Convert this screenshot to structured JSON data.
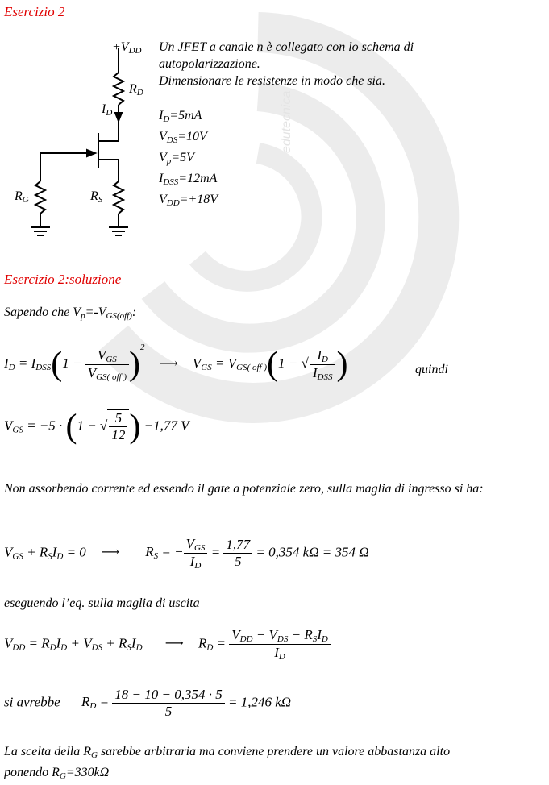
{
  "title1": "Esercizio 2",
  "circuit": {
    "vdd_label": "+V",
    "vdd_sub": "DD",
    "rd_label": "R",
    "rd_sub": "D",
    "id_label": "I",
    "id_sub": "D",
    "rg_label": "R",
    "rg_sub": "G",
    "rs_label": "R",
    "rs_sub": "S"
  },
  "problem": {
    "line1": "Un JFET a canale n è collegato con lo schema di",
    "line2": "autopolarizzazione.",
    "line3": "Dimensionare le resistenze in modo che sia.",
    "data": [
      {
        "sym": "I",
        "sub": "D",
        "val": "=5mA"
      },
      {
        "sym": "V",
        "sub": "DS",
        "val": "=10V"
      },
      {
        "sym": "V",
        "sub": "p",
        "val": "=5V"
      },
      {
        "sym": "I",
        "sub": "DSS",
        "val": "=12mA"
      },
      {
        "sym": "V",
        "sub": "DD",
        "val": "=+18V"
      }
    ]
  },
  "watermark": "edutecnica",
  "title2": "Esercizio 2:soluzione",
  "sapendo": {
    "pre": "Sapendo che V",
    "sub1": "p",
    "mid": "=-V",
    "sub2": "GS(off)",
    "post": ":"
  },
  "quindi": "quindi",
  "eq2_val": "−1,77 V",
  "para1": "Non assorbendo corrente ed essendo il gate a potenziale zero, sulla maglia di ingresso si ha:",
  "eq3_tail": "= 0,354 kΩ = 354 Ω",
  "para2": "eseguendo l’eq. sulla maglia di uscita",
  "si_avrebbe": "si avrebbe",
  "eq5_num": "18 − 10 − 0,354 · 5",
  "eq5_tail": "= 1,246 kΩ",
  "para3": "La scelta della R",
  "para3_sub": "G",
  "para3_rest": " sarebbe arbitraria ma conviene prendere un valore abbastanza alto",
  "para3b": "ponendo R",
  "para3b_sub": "G",
  "para3b_rest": "=330kΩ"
}
